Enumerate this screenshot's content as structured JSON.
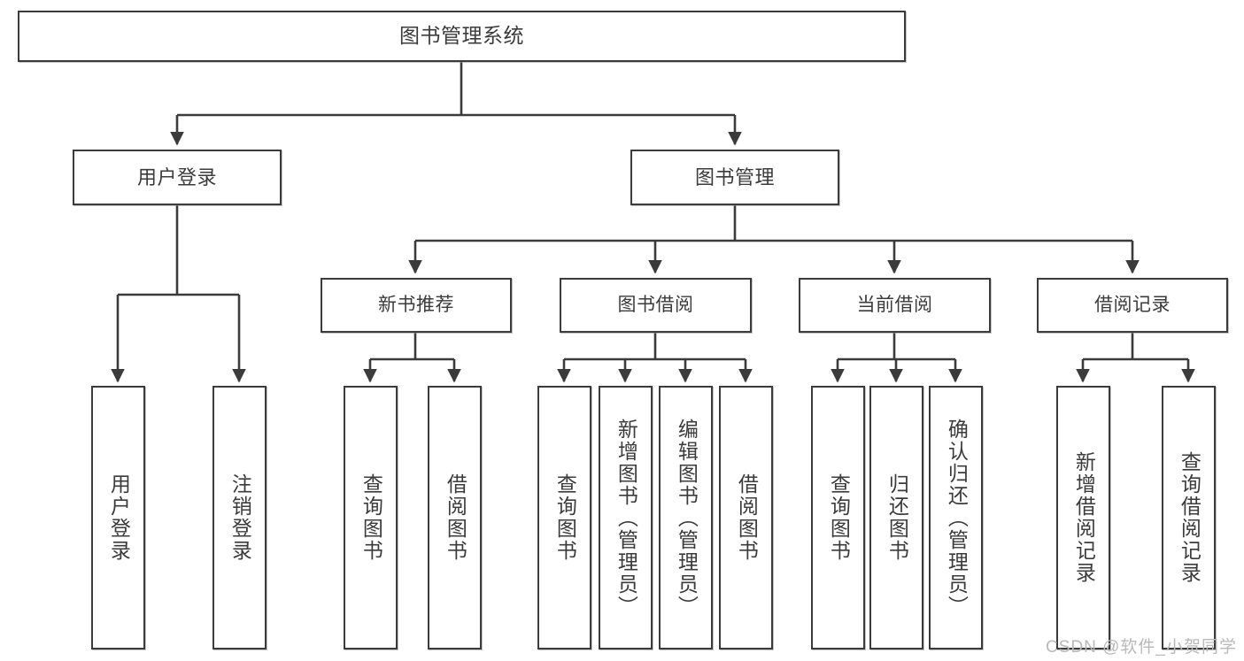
{
  "diagram": {
    "title": "图书管理系统",
    "type": "hierarchy-tree",
    "root": {
      "label": "图书管理系统"
    },
    "level1": [
      {
        "label": "用户登录"
      },
      {
        "label": "图书管理"
      }
    ],
    "level2": [
      {
        "label": "新书推荐",
        "parent": "图书管理"
      },
      {
        "label": "图书借阅",
        "parent": "图书管理"
      },
      {
        "label": "当前借阅",
        "parent": "图书管理"
      },
      {
        "label": "借阅记录",
        "parent": "图书管理"
      }
    ],
    "leaves": [
      {
        "label": "用户登录",
        "parent": "用户登录"
      },
      {
        "label": "注销登录",
        "parent": "用户登录"
      },
      {
        "label": "查询图书",
        "parent": "新书推荐"
      },
      {
        "label": "借阅图书",
        "parent": "新书推荐"
      },
      {
        "label": "查询图书",
        "parent": "图书借阅"
      },
      {
        "label": "新增图书（管理员）",
        "parent": "图书借阅"
      },
      {
        "label": "编辑图书（管理员）",
        "parent": "图书借阅"
      },
      {
        "label": "借阅图书",
        "parent": "图书借阅"
      },
      {
        "label": "查询图书",
        "parent": "当前借阅"
      },
      {
        "label": "归还图书",
        "parent": "当前借阅"
      },
      {
        "label": "确认归还（管理员）",
        "parent": "当前借阅"
      },
      {
        "label": "新增借阅记录",
        "parent": "借阅记录"
      },
      {
        "label": "查询借阅记录",
        "parent": "借阅记录"
      }
    ],
    "watermark": "CSDN @软件_小贺同学",
    "colors": {
      "stroke": "#3b3b3b",
      "fill": "#ffffff",
      "text": "#3b3b3b",
      "watermark": "#b9b9b9"
    }
  }
}
